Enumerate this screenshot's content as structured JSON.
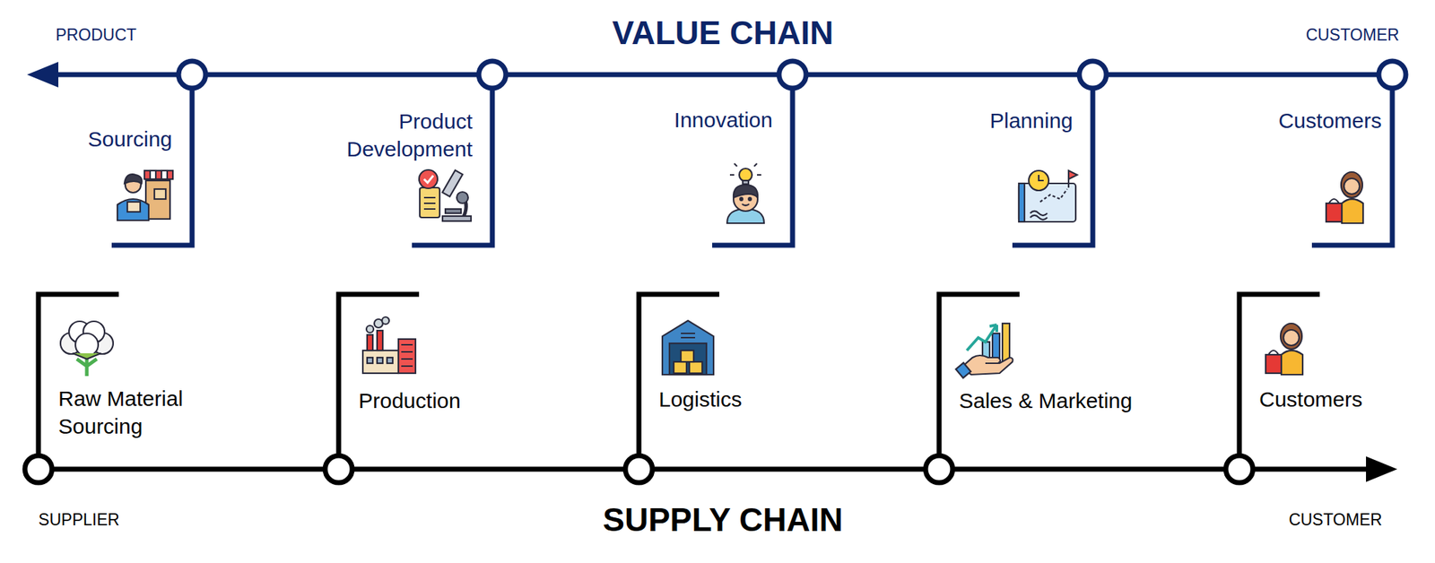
{
  "diagram": {
    "title": "VALUE CHAIN",
    "nodes": [
      {
        "text": [
          "Sourcing"
        ]
      },
      {
        "text": [
          "Product Development"
        ]
      },
      {
        "text": [
          "Innovation"
        ]
      },
      {
        "text": [
          "Planning"
        ]
      },
      {
        "text": [
          "Customers"
        ]
      },
      {
        "text": [
          "Raw Material Sourcing"
        ]
      },
      {
        "text": [
          "Production"
        ]
      },
      {
        "text": [
          "Logistics"
        ]
      },
      {
        "text": [
          "Sales & Marketing"
        ]
      },
      {
        "text": [
          "Customers"
        ]
      }
    ],
    "labels": [
      "PRODUCT",
      "CUSTOMER",
      "SUPPLIER",
      "SUPPLY CHAIN",
      "CUSTOMER"
    ]
  }
}
